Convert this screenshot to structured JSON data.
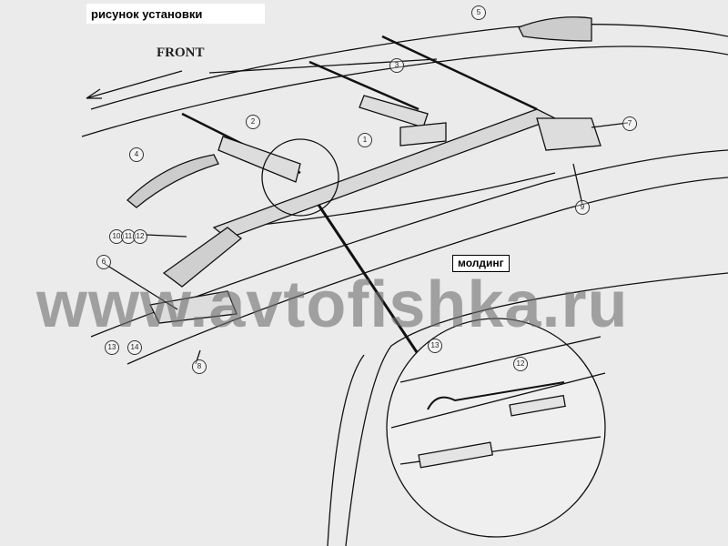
{
  "title": "рисунок установки",
  "front_label": "FRONT",
  "molding_label": "молдинг",
  "watermark": "www.avtofishka.ru",
  "callouts": [
    "1",
    "2",
    "3",
    "4",
    "5",
    "6",
    "7",
    "8",
    "9",
    "10",
    "11",
    "12",
    "13",
    "12",
    "13",
    "14"
  ]
}
